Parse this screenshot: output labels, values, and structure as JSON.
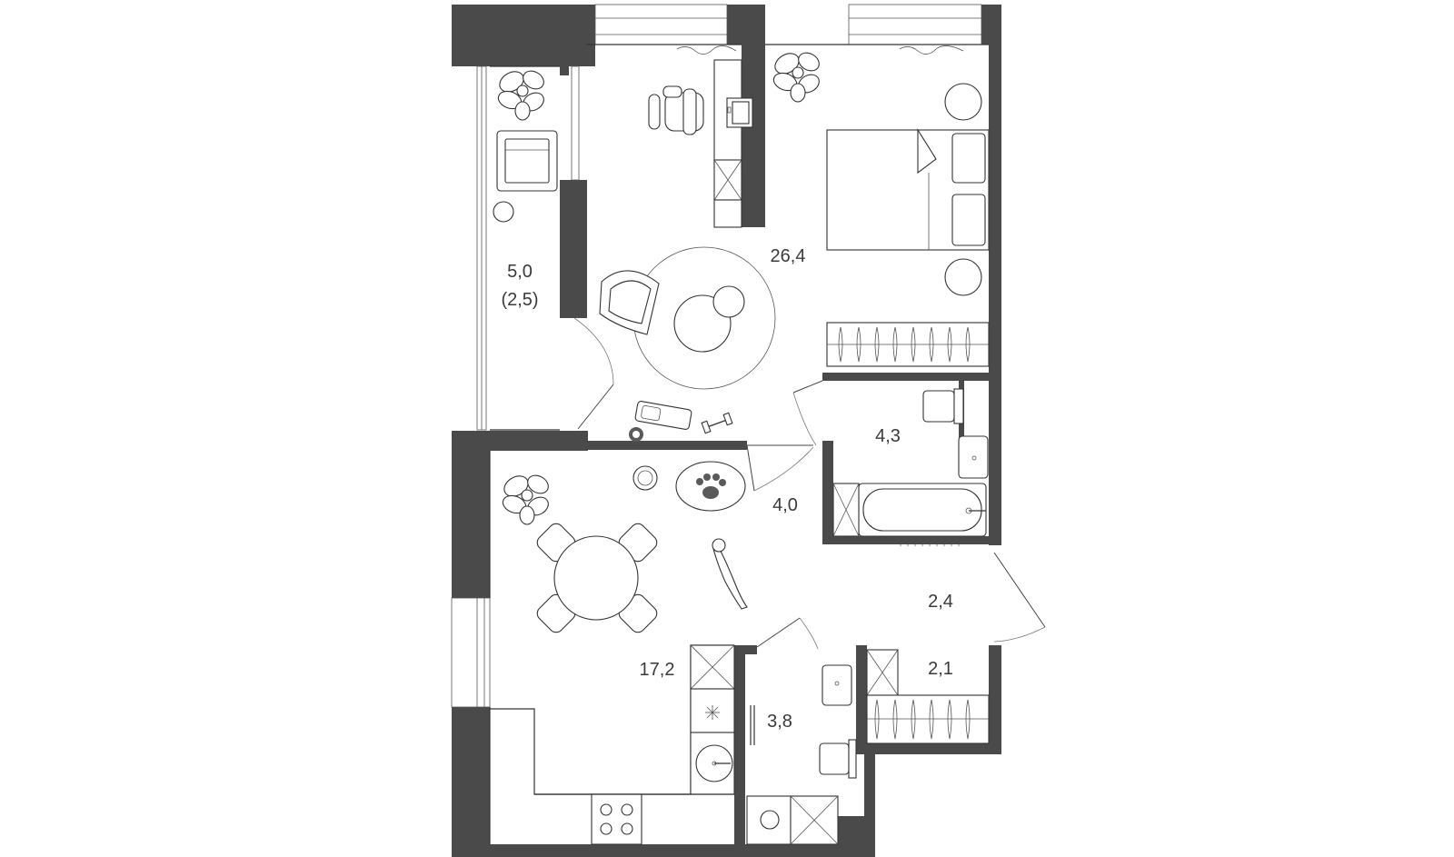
{
  "rooms": [
    {
      "id": "living-bedroom",
      "area": "26,4"
    },
    {
      "id": "balcony",
      "area": "5,0",
      "area_reduced": "(2,5)"
    },
    {
      "id": "bathroom",
      "area": "4,3"
    },
    {
      "id": "hall",
      "area": "4,0"
    },
    {
      "id": "kitchen-dining",
      "area": "17,2"
    },
    {
      "id": "entrance",
      "area": "2,4"
    },
    {
      "id": "wardrobe",
      "area": "2,1"
    },
    {
      "id": "wc",
      "area": "3,8"
    }
  ],
  "colors": {
    "wall": "#4a4a4a",
    "line": "#333333",
    "background": "#ffffff"
  },
  "icons": [
    "plant-icon",
    "armchair-icon",
    "office-chair-icon",
    "laptop-icon",
    "bed-icon",
    "paw-rug-icon",
    "dog-icon",
    "dumbbell-icon",
    "dining-table-icon",
    "sink-icon",
    "toilet-icon",
    "bathtub-icon",
    "stove-icon",
    "washing-machine-icon"
  ]
}
